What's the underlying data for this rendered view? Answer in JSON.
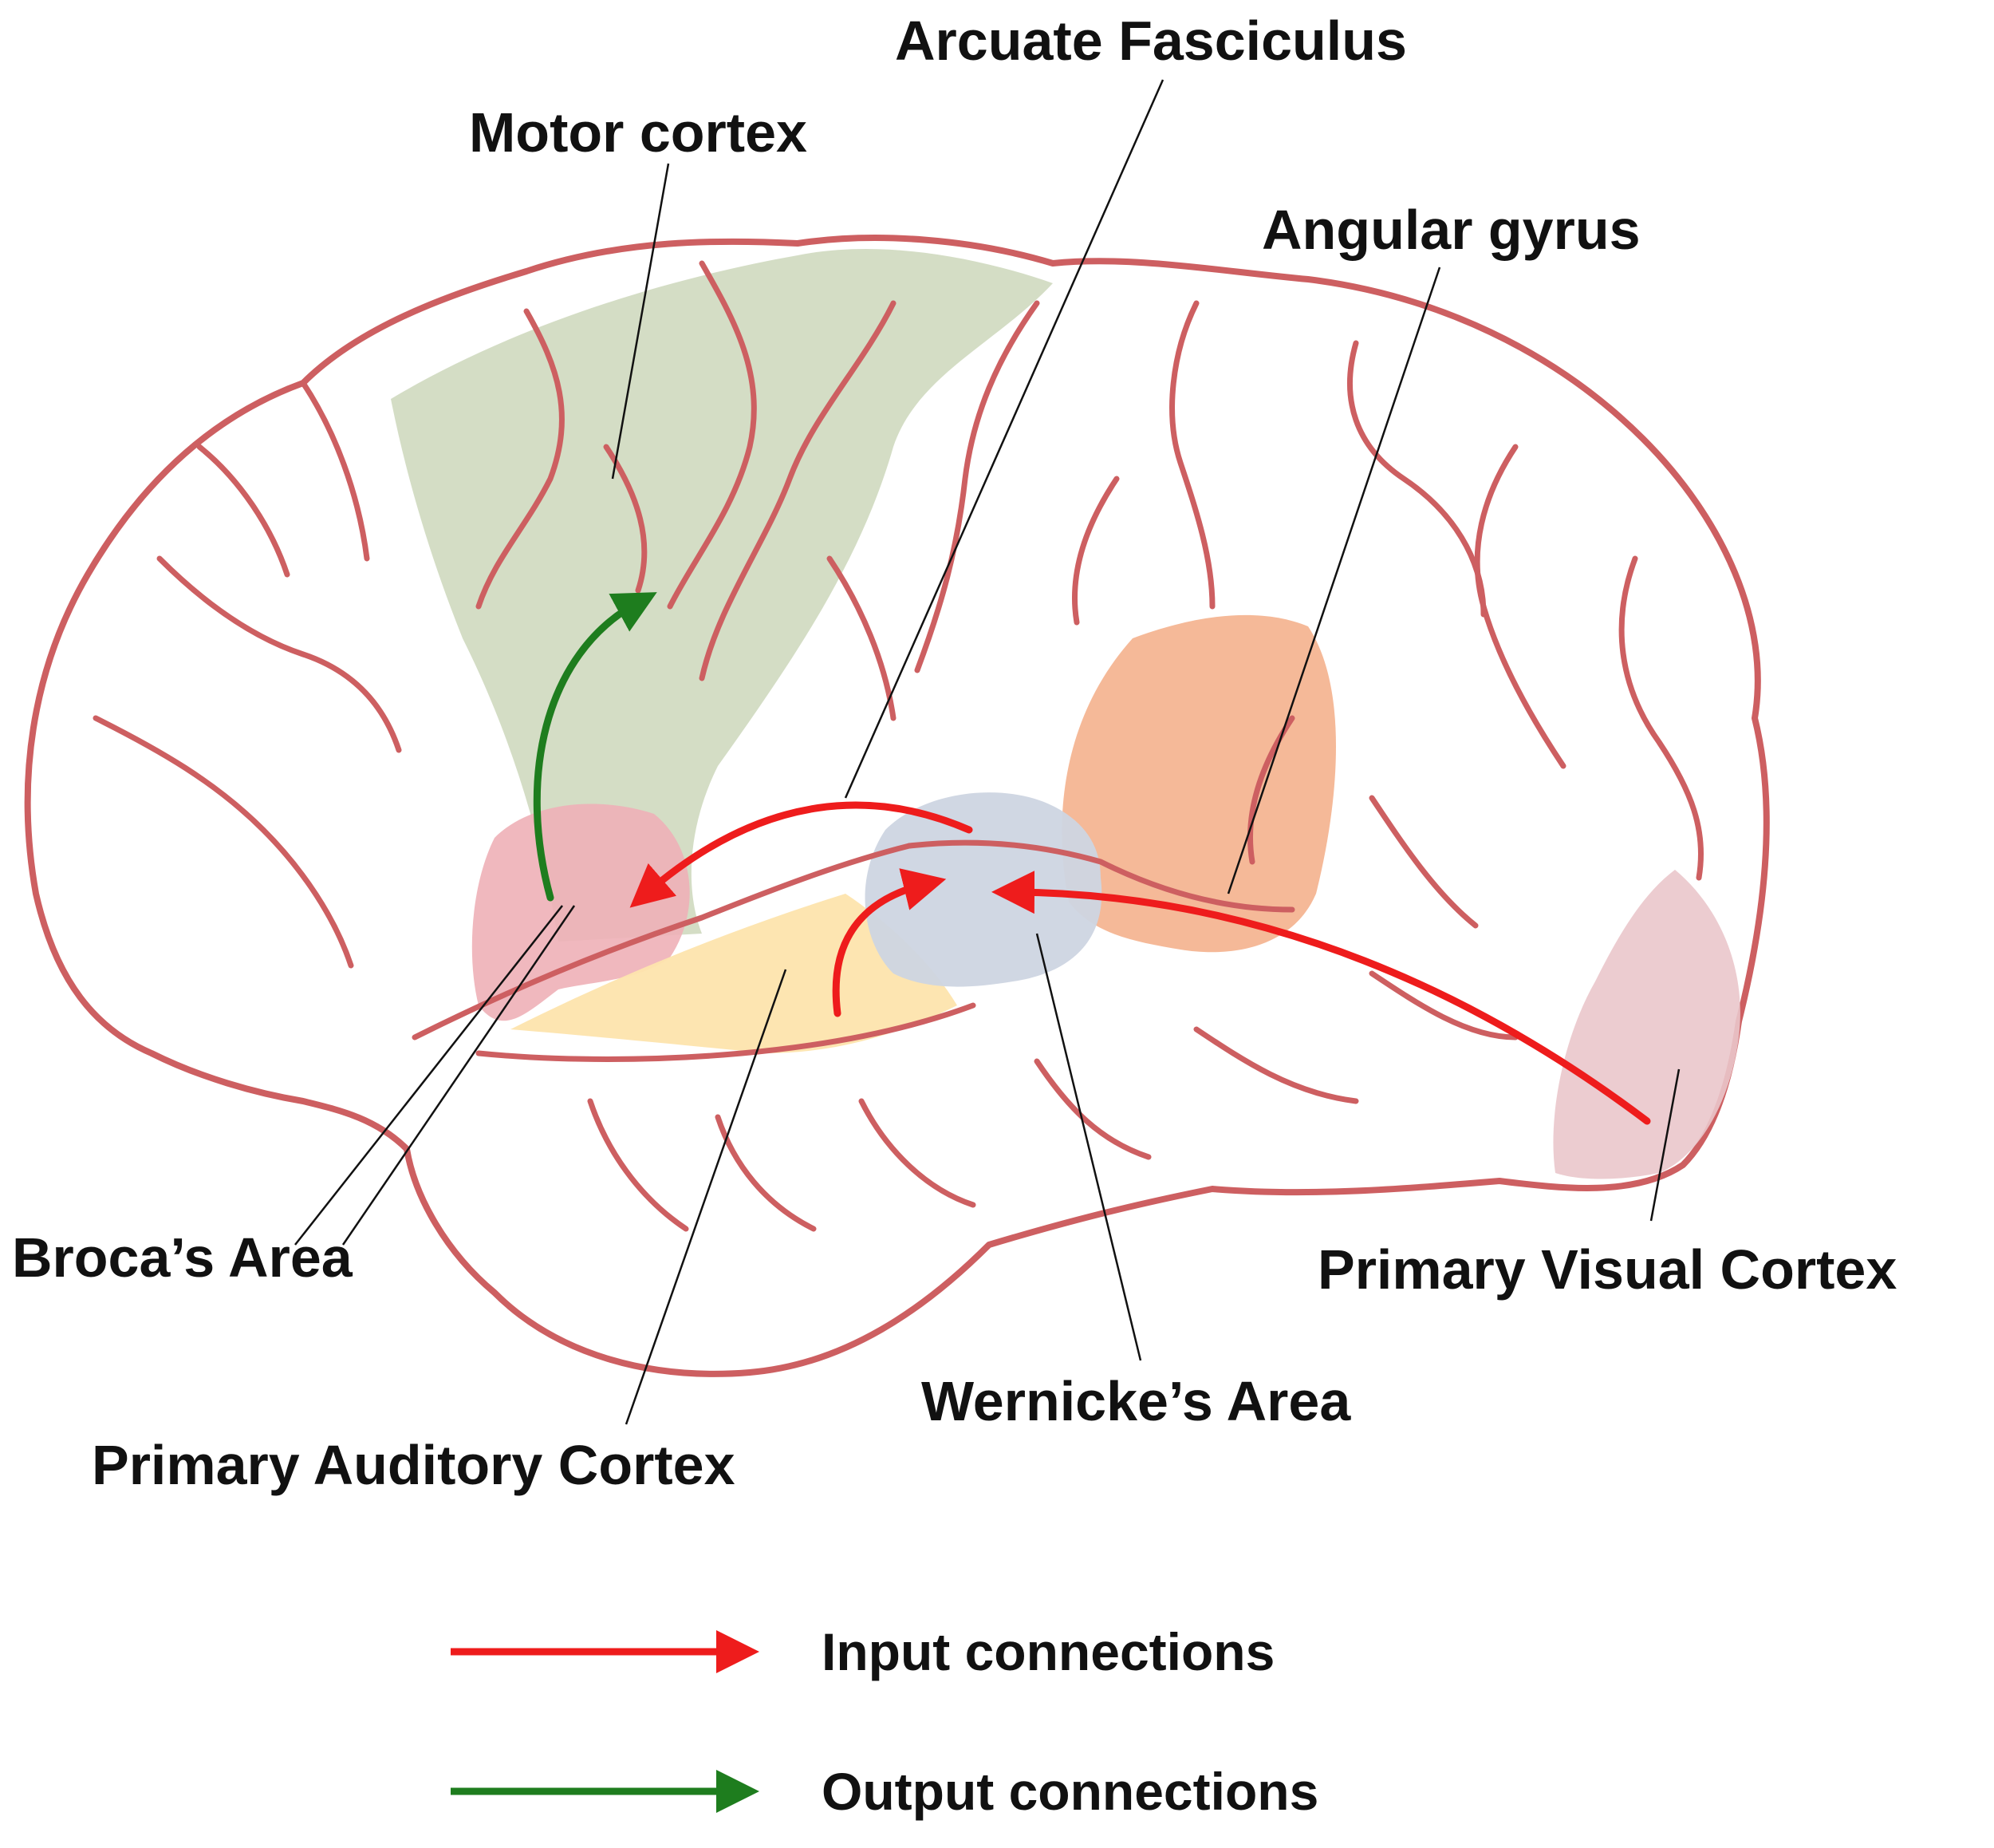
{
  "labels": {
    "arcuate_fasciculus": "Arcuate Fasciculus",
    "motor_cortex": "Motor cortex",
    "angular_gyrus": "Angular gyrus",
    "brocas_area": "Broca’s Area",
    "primary_visual_cortex": "Primary Visual Cortex",
    "wernickes_area": "Wernicke’s Area",
    "primary_auditory_cortex": "Primary Auditory Cortex"
  },
  "legend": {
    "input": "Input connections",
    "output": "Output connections"
  },
  "colors": {
    "brain_outline": "#cd5f61",
    "motor_cortex": "#cfd9bf",
    "angular_gyrus": "#f4b18d",
    "brocas_area": "#eeb0b7",
    "wernickes_area": "#ced5e2",
    "primary_auditory_cortex": "#fde4ad",
    "primary_visual_cortex": "#eac7cb",
    "input_arrow": "#ee1c1c",
    "output_arrow": "#1e7d1e"
  }
}
